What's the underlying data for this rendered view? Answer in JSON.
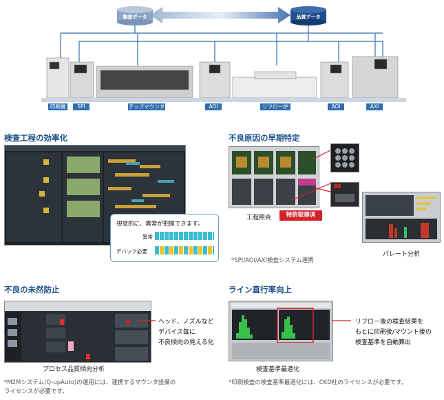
{
  "top": {
    "db_left": "製造データ",
    "db_right": "品質データ",
    "machines": [
      "印刷機",
      "SPI",
      "チップマウンタ",
      "AOI",
      "リフロー炉",
      "AOI",
      "AXI"
    ]
  },
  "sections": {
    "inspection": {
      "title": "検査工程の効率化",
      "callout": "視覚的に、異常が把握できます。",
      "row1": "異常",
      "row2": "デバック必要"
    },
    "root_cause": {
      "title": "不良原因の早期特定",
      "caption_left": "工程照合",
      "badge": "特許取得済",
      "caption_right": "パレート分析",
      "note": "*SPI/AOI/AXI検査システム連携"
    },
    "prevention": {
      "title": "不良の未然防止",
      "annotation": [
        "ヘッド、ノズルなど",
        "デバイス毎に",
        "不良傾向の見える化"
      ],
      "caption": "プロセス品質傾向分析",
      "note": [
        "*M2Mシステム(Q-upAuto)の運用には、連携するマウンタ設備の",
        "ライセンスが必要です。"
      ]
    },
    "line_rate": {
      "title": "ライン直行率向上",
      "annotation": [
        "リフロー後の検査結果を",
        "もとに印刷後/マウント後の",
        "検査基準を自動算出"
      ],
      "caption": "検査基準最適化",
      "note": "*印刷検査の検査基準最適化には、CKD社のライセンスが必要です。"
    }
  },
  "colors": {
    "accent_blue": "#1b4f8a",
    "label_blue": "#2f6fb0",
    "badge_red": "#d2232a"
  }
}
